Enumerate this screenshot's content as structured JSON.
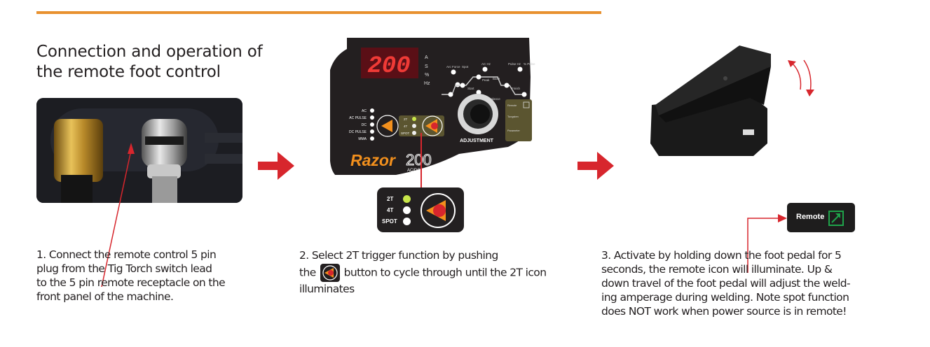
{
  "header": {
    "accent_color": "#e8912f",
    "title_line1": "Connection and operation of",
    "title_line2": "the remote foot control"
  },
  "steps": [
    {
      "image": "remote-receptacle-photo",
      "text": [
        "1. Connect the remote control 5 pin",
        "plug from the Tig Torch switch lead",
        "to the 5 pin remote receptacle on the",
        "front panel of the machine."
      ]
    },
    {
      "image": "front-control-panel",
      "text_line1": "2.  Select 2T trigger function by pushing",
      "text_line2_pre": "the",
      "text_line2_post": "button to cycle through until the 2T icon",
      "text_line3": "illuminates"
    },
    {
      "image": "foot-pedal-photo",
      "text": [
        "3. Activate by holding down the foot pedal for 5",
        "seconds, the remote icon will illuminate. Up &",
        "down travel of the foot pedal will adjust the weld-",
        "ing amperage during welding. Note spot function",
        "does NOT work when power source is in remote!"
      ]
    }
  ],
  "panel": {
    "display_value": "200",
    "units": [
      "A",
      "S",
      "%",
      "Hz"
    ],
    "top_labels": [
      "Arc Force",
      "Spot",
      "AC Hz",
      "Pulse Hz",
      "% Pulse"
    ],
    "curve_labels": [
      "Start Amp",
      "Peak Amp",
      "Base Amp",
      "Finish Amp",
      "AC Balance"
    ],
    "modes": [
      "AC",
      "AC PULSE",
      "DC",
      "DC PULSE",
      "MMA"
    ],
    "trigger_modes": [
      "2T",
      "4T",
      "SPOT"
    ],
    "active_trigger": "2T",
    "knob_label": "ADJUSTMENT",
    "indicators": [
      "Remote",
      "Tungsten Electrode Ø mm",
      "Parameter Warning"
    ],
    "brand": "Razor",
    "model": "200",
    "model_sub": "AC/DC Pulse"
  },
  "zoom_panel": {
    "trigger_modes": [
      "2T",
      "4T",
      "SPOT"
    ]
  },
  "remote_callout": {
    "label": "Remote"
  },
  "colors": {
    "arrow_red": "#d7262d",
    "display_red": "#e8302f",
    "led_green": "#c8e64a",
    "remote_green": "#1fa34a",
    "brand_orange": "#f3901d"
  }
}
